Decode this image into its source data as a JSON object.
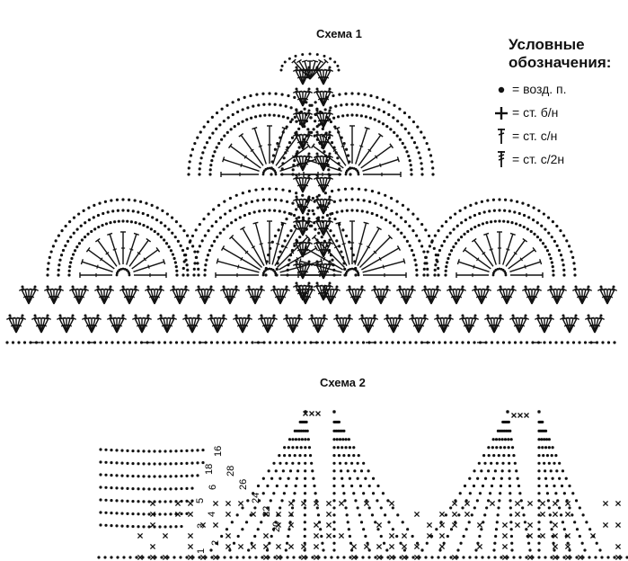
{
  "scheme1": {
    "title": "Схема 1"
  },
  "scheme2": {
    "title": "Схема 2",
    "row_numbers": [
      "1",
      "2",
      "3",
      "4",
      "5",
      "6",
      "16",
      "18",
      "20",
      "22",
      "24",
      "26",
      "28"
    ]
  },
  "legend": {
    "heading_line1": "Условные",
    "heading_line2": "обозначения:",
    "items": [
      {
        "symbol": "chain-dot-icon",
        "text": "= возд. п."
      },
      {
        "symbol": "single-crochet-cross-icon",
        "text": "= ст. б/н"
      },
      {
        "symbol": "double-crochet-icon",
        "text": "= ст. с/н"
      },
      {
        "symbol": "half-double-crochet-icon",
        "text": "= ст. с/2н"
      }
    ]
  }
}
